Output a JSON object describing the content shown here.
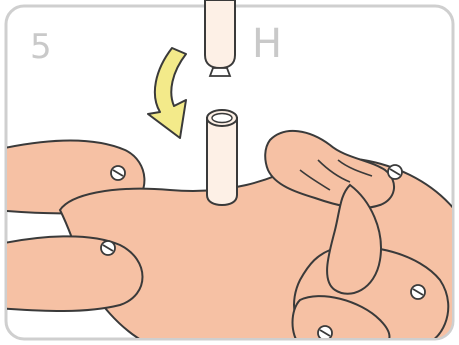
{
  "figure": {
    "step_number": "5",
    "step_letter": "H",
    "colors": {
      "skin": "#f6c1a4",
      "skin_shadow": "#e8a98c",
      "outline": "#3a3a3a",
      "arrow": "#f3ea8a",
      "probe": "#fdf0e6",
      "frame_bg": "#ffffff",
      "frame_border": "#cfcfcf",
      "label": "#c9c9c9"
    },
    "icons": [
      "down-arrow-icon",
      "probe-upper",
      "probe-lower",
      "screw-icon"
    ]
  }
}
